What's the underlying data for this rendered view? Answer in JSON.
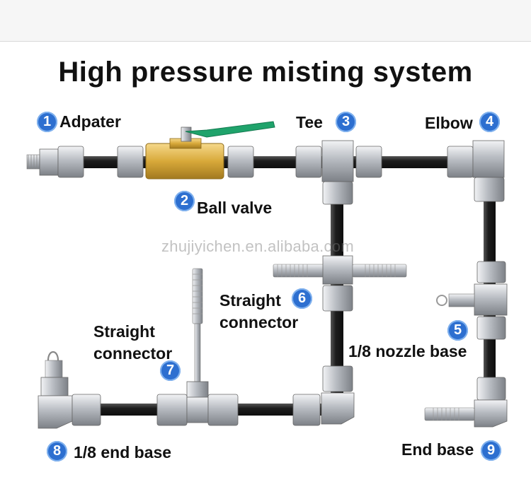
{
  "title": "High pressure misting system",
  "watermark": "zhujiyichen.en.alibaba.com",
  "parts": [
    {
      "num": "1",
      "label": "Adpater"
    },
    {
      "num": "2",
      "label": "Ball valve"
    },
    {
      "num": "3",
      "label": "Tee"
    },
    {
      "num": "4",
      "label": "Elbow"
    },
    {
      "num": "5",
      "label": "1/8 nozzle base"
    },
    {
      "num": "6",
      "label": "Straight connector"
    },
    {
      "num": "7",
      "label": "Straight connector"
    },
    {
      "num": "8",
      "label": "1/8 end base"
    },
    {
      "num": "9",
      "label": "End base"
    }
  ],
  "colors": {
    "badge": "#2d6fd0",
    "hose": "#1c1c1c",
    "brass": "#d8a93a",
    "handle": "#1fa36b",
    "steel": "#c9ccd0"
  }
}
